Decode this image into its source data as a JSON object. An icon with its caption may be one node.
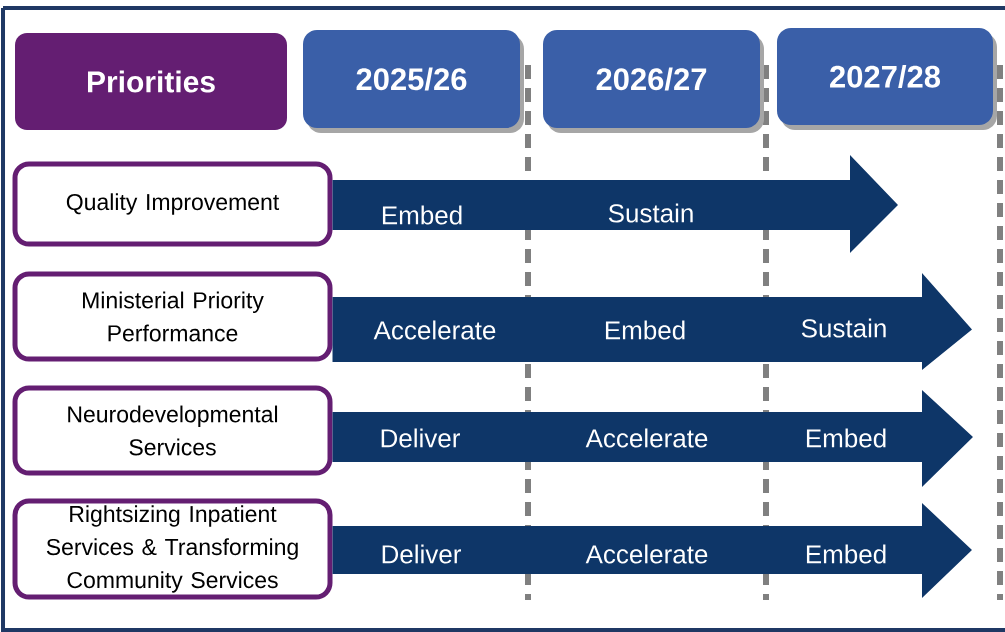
{
  "diagram": {
    "nodes": [
      {
        "text": [
          "Priorities"
        ]
      },
      {
        "text": [
          "2025/26"
        ]
      },
      {
        "text": [
          "2026/27"
        ]
      },
      {
        "text": [
          "2027/28"
        ]
      },
      {
        "text": [
          "Quality Improvement"
        ]
      },
      {
        "text": [
          "Ministerial Priority Performance"
        ]
      },
      {
        "text": [
          "Neurodevelopmental Services"
        ]
      },
      {
        "text": [
          "Rightsizing Inpatient Services & Transforming Community Services"
        ]
      }
    ],
    "edges": [
      {
        "from": 4,
        "to": null,
        "arrow": "to"
      },
      {
        "from": 5,
        "to": null,
        "arrow": "to"
      },
      {
        "from": 6,
        "to": null,
        "arrow": "to"
      },
      {
        "from": 7,
        "to": null,
        "arrow": "to"
      }
    ],
    "labels": [
      "Embed",
      "Sustain",
      "Accelerate",
      "Embed",
      "Sustain",
      "Deliver",
      "Accelerate",
      "Embed",
      "Deliver",
      "Accelerate",
      "Embed"
    ]
  }
}
